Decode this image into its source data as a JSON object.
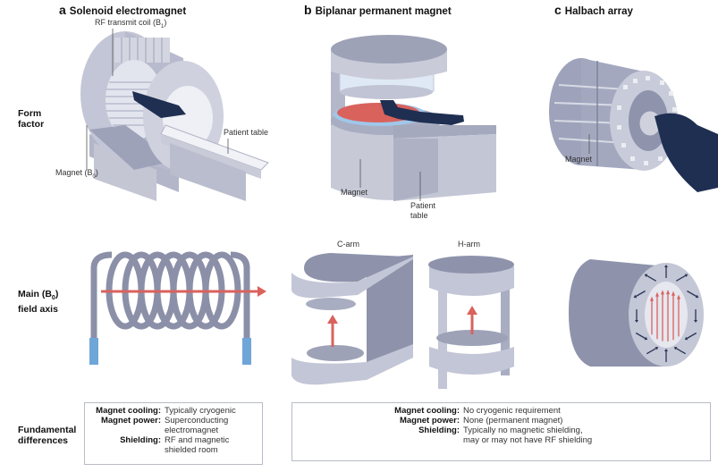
{
  "panels": {
    "a": {
      "letter": "a",
      "title": "Solenoid electromagnet",
      "callouts": {
        "rf_coil": "RF transmit coil (B",
        "rf_coil_sub": "1",
        "magnet": "Magnet (B",
        "magnet_sub": "0",
        "table": "Patient table"
      }
    },
    "b": {
      "letter": "b",
      "title": "Biplanar permanent magnet",
      "callouts": {
        "magnet": "Magnet",
        "table_line1": "Patient",
        "table_line2": "table"
      },
      "sublabels": {
        "c_arm": "C-arm",
        "h_arm": "H-arm"
      }
    },
    "c": {
      "letter": "c",
      "title": "Halbach array",
      "callouts": {
        "magnet": "Magnet"
      }
    }
  },
  "row_labels": {
    "form_factor_1": "Form",
    "form_factor_2": "factor",
    "field_axis_1": "Main (B",
    "field_axis_sub": "0",
    "field_axis_close": ")",
    "field_axis_2": "field axis",
    "differences_1": "Fundamental",
    "differences_2": "differences"
  },
  "differences": {
    "solenoid": [
      {
        "key": "Magnet cooling:",
        "value": [
          "Typically cryogenic"
        ]
      },
      {
        "key": "Magnet power:",
        "value": [
          "Superconducting",
          "electromagnet"
        ]
      },
      {
        "key": "Shielding:",
        "value": [
          "RF and magnetic",
          "shielded room"
        ]
      }
    ],
    "permanent": [
      {
        "key": "Magnet cooling:",
        "value": [
          "No cryogenic requirement"
        ]
      },
      {
        "key": "Magnet power:",
        "value": [
          "None (permanent magnet)"
        ]
      },
      {
        "key": "Shielding:",
        "value": [
          "Typically no magnetic shielding,",
          "may or may not have RF shielding"
        ]
      }
    ]
  },
  "colors": {
    "magnet_light": "#c9cbd8",
    "magnet_mid": "#a9adc1",
    "magnet_dark": "#8a8fa8",
    "patient": "#1f2f52",
    "field_arrow": "#d9625c",
    "coil_end": "#6fa6d8",
    "border": "#b9bcc6"
  }
}
